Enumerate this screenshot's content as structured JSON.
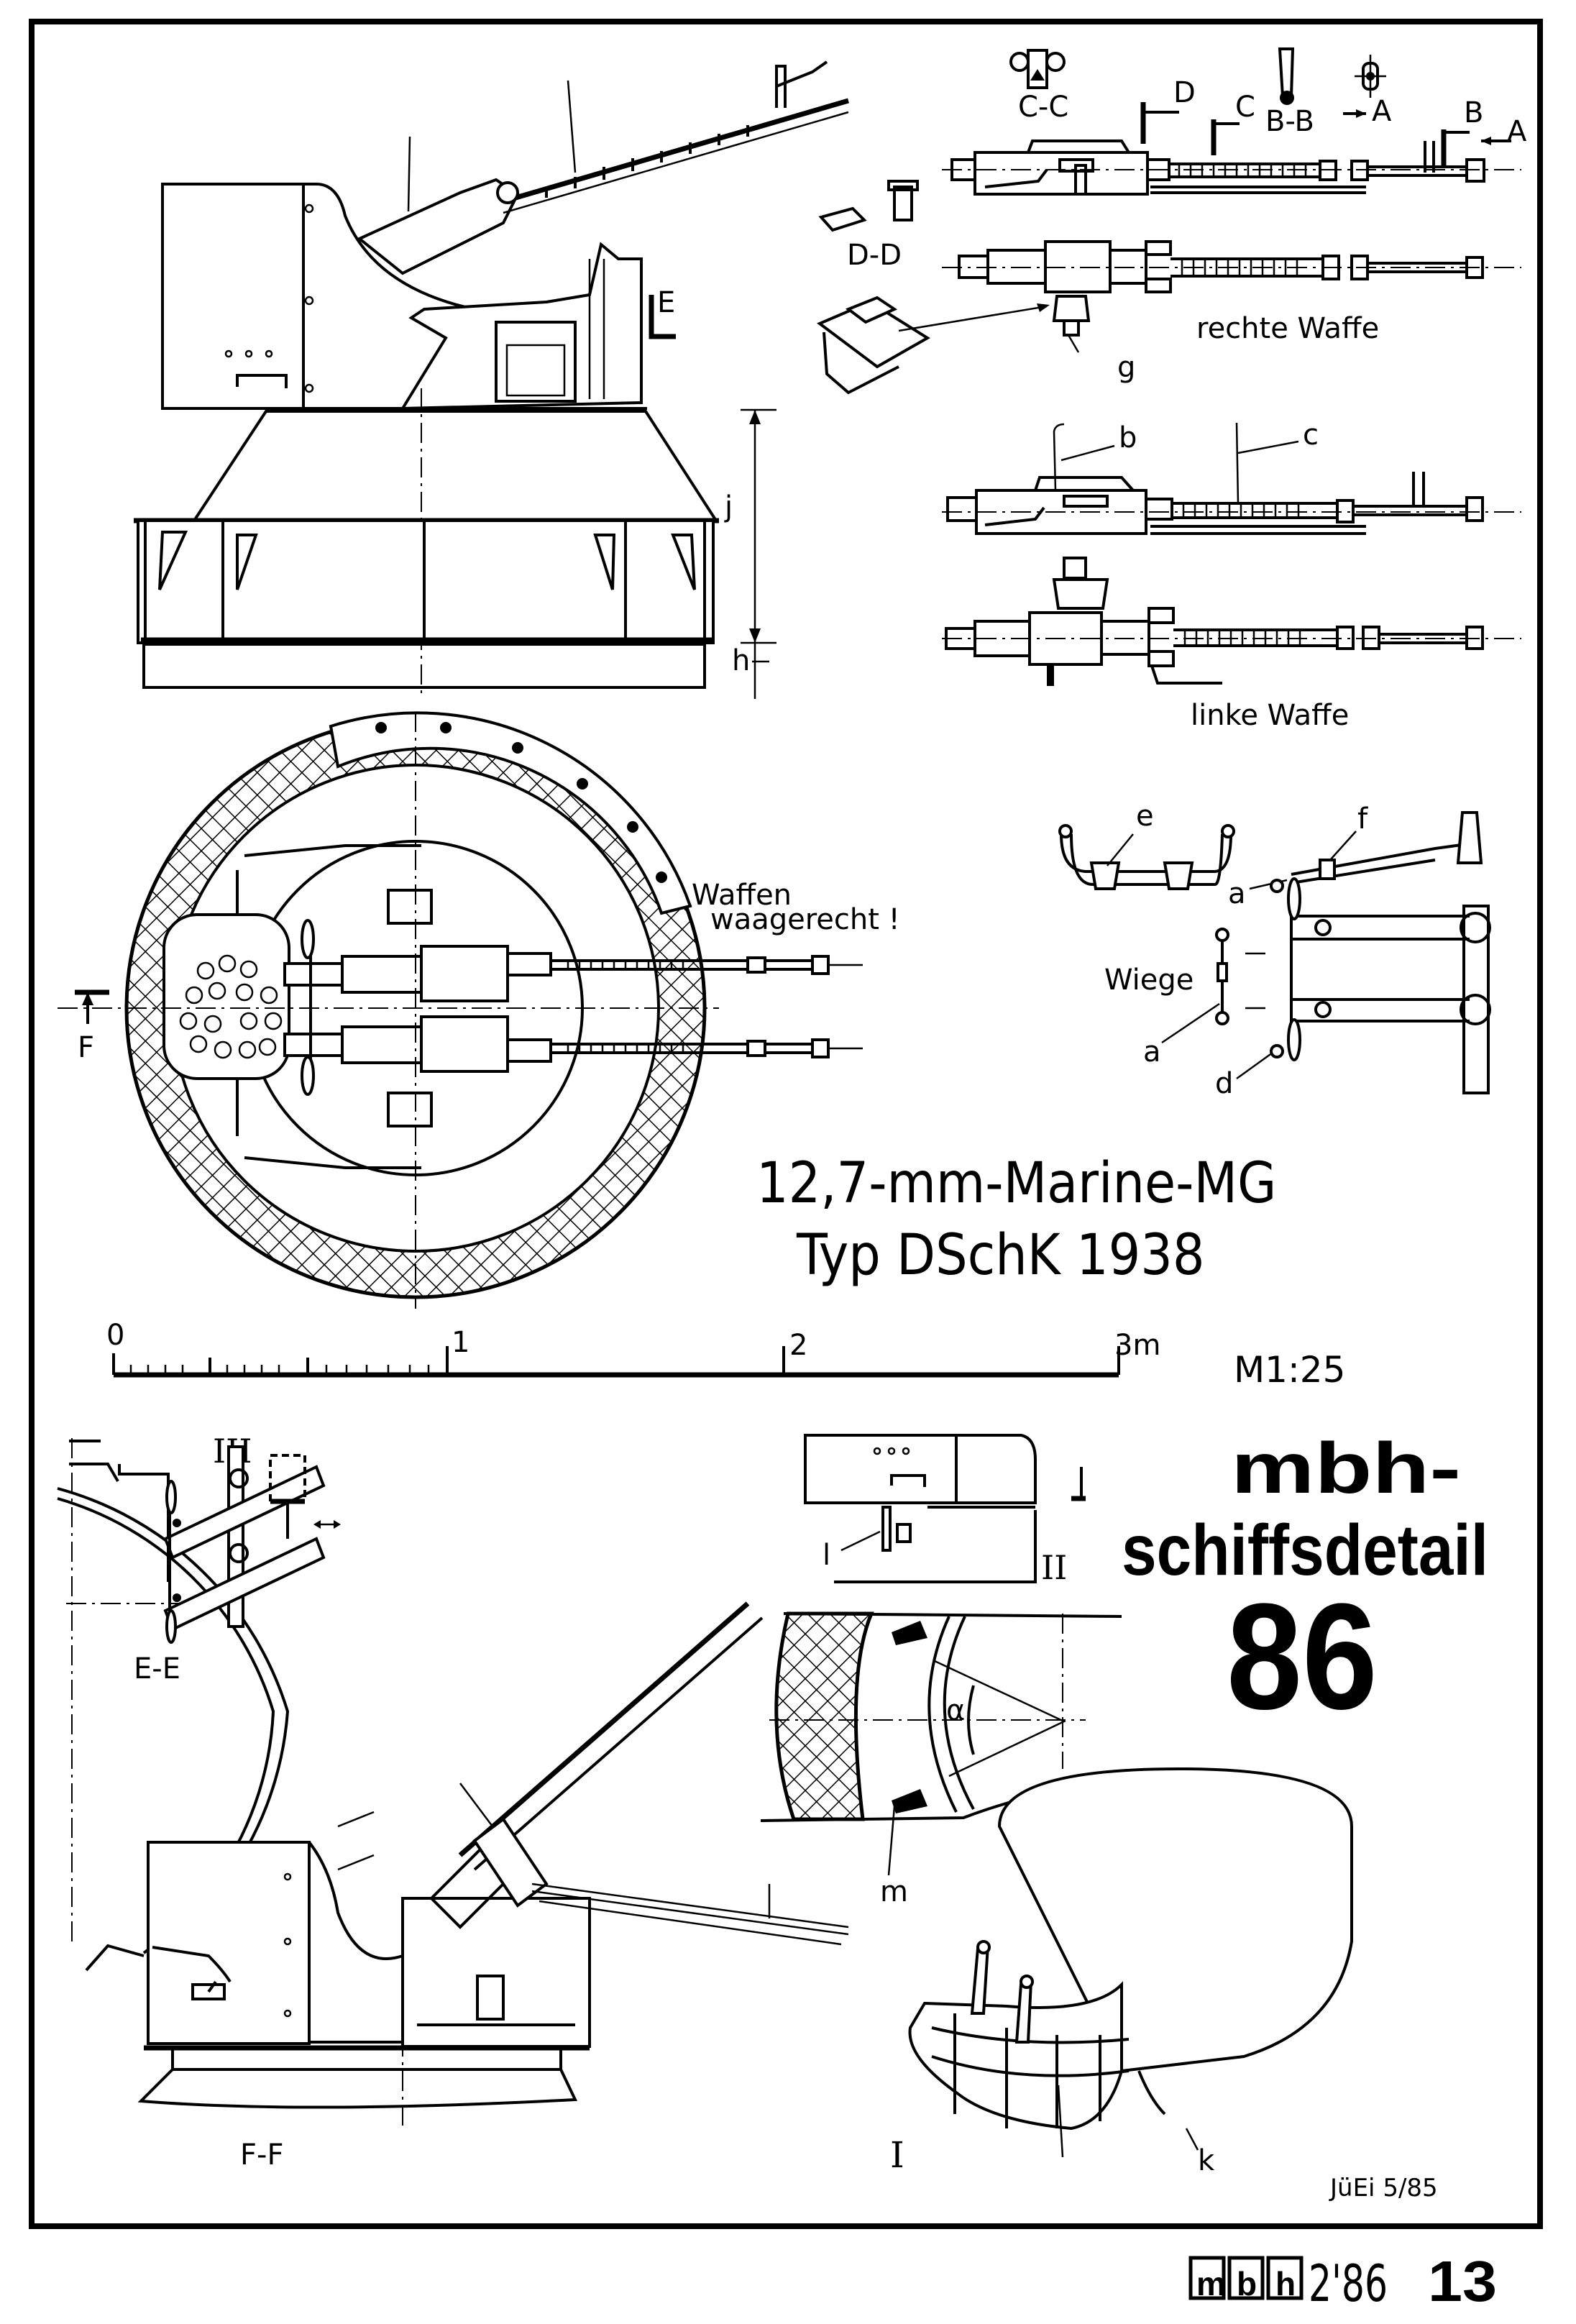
{
  "drawing": {
    "title_line1": "12,7-mm-Marine-MG",
    "title_line2": "Typ DSchK 1938",
    "scale": {
      "label": "M1:25",
      "ticks": [
        "0",
        "1",
        "2",
        "3m"
      ],
      "range_m": [
        0,
        3
      ]
    },
    "author": "JüEi 5/85"
  },
  "series_badge": {
    "line1": "mbh-",
    "line2": "schiffsdetail",
    "number": "86"
  },
  "footer": {
    "logo_letters": [
      "m",
      "b",
      "h"
    ],
    "issue": "2'86",
    "page": "13"
  },
  "views": {
    "side_elevation": {
      "section_mark": "E",
      "dim_labels": [
        "j",
        "h"
      ]
    },
    "weapon_right": {
      "caption": "rechte Waffe",
      "section_labels": [
        "C-C",
        "B-B",
        "D-D"
      ],
      "cut_markers": [
        "D",
        "C",
        "A",
        "B",
        "A"
      ],
      "part_label": "g"
    },
    "weapon_left": {
      "caption": "linke Waffe",
      "part_labels": [
        "b",
        "c"
      ]
    },
    "plan_view": {
      "note_line1": "Waffen",
      "note_line2": "waagerecht !",
      "section_mark": "F"
    },
    "cradle": {
      "caption": "Wiege",
      "part_labels": [
        "e",
        "f",
        "a",
        "a",
        "d"
      ]
    },
    "detail_E": {
      "label": "E-E"
    },
    "detail_III": {
      "label": "III"
    },
    "detail_II": {
      "label": "II",
      "part_label": "l"
    },
    "detail_alpha": {
      "angle_label": "α",
      "part_label": "m"
    },
    "section_F": {
      "label": "F-F"
    },
    "detail_I": {
      "label": "I",
      "part_label": "k"
    }
  }
}
